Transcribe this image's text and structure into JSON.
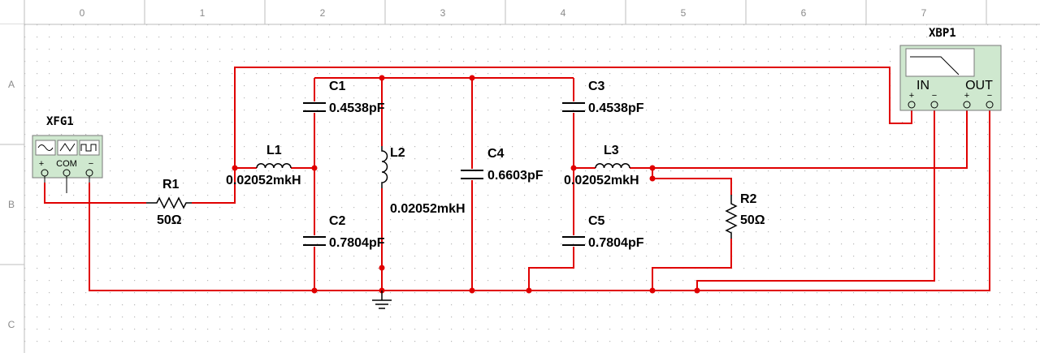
{
  "ruler": {
    "columns": [
      "0",
      "1",
      "2",
      "3",
      "4",
      "5",
      "6",
      "7"
    ],
    "rows": [
      "A",
      "B",
      "C"
    ]
  },
  "instruments": {
    "function_generator": {
      "name": "XFG1",
      "terminals": [
        "+",
        "COM",
        "−"
      ]
    },
    "bode_plotter": {
      "name": "XBP1",
      "in_label": "IN",
      "out_label": "OUT",
      "in_terminals": [
        "+",
        "−"
      ],
      "out_terminals": [
        "+",
        "−"
      ]
    }
  },
  "components": {
    "R1": {
      "name": "R1",
      "value": "50Ω"
    },
    "L1": {
      "name": "L1",
      "value": "0.02052mkH"
    },
    "L2": {
      "name": "L2",
      "value": "0.02052mkH"
    },
    "L3": {
      "name": "L3",
      "value": "0.02052mkH"
    },
    "C1": {
      "name": "C1",
      "value": "0.4538pF"
    },
    "C2": {
      "name": "C2",
      "value": "0.7804pF"
    },
    "C3": {
      "name": "C3",
      "value": "0.4538pF"
    },
    "C4": {
      "name": "C4",
      "value": "0.6603pF"
    },
    "C5": {
      "name": "C5",
      "value": "0.7804pF"
    },
    "R2": {
      "name": "R2",
      "value": "50Ω"
    }
  },
  "colors": {
    "wire": "#e00000",
    "instrument_fill": "#cfe8cf",
    "grid": "#bdbdbd"
  }
}
